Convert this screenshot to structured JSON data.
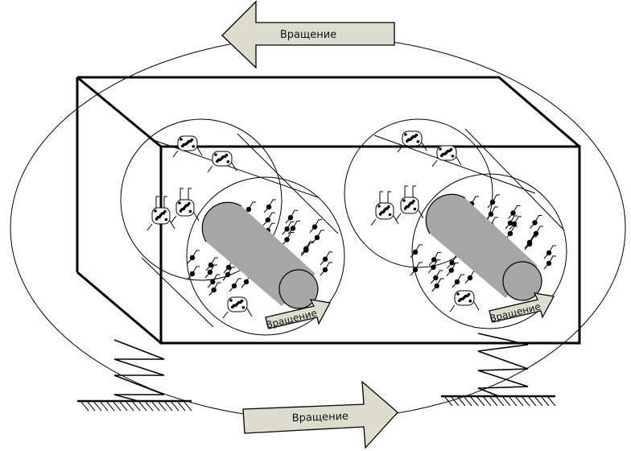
{
  "diagram": {
    "type": "rotating-drum-mixer-schematic",
    "colors": {
      "arrow_fill": "#dcddcc",
      "cylinder_fill": "#a6a6a6",
      "line": "#000000",
      "background": "#ffffff"
    },
    "labels": {
      "top_arrow": "Вращение",
      "bottom_arrow": "Вращение",
      "left_cylinder_arrow": "Вращение",
      "right_cylinder_arrow": "Вращение"
    },
    "components": {
      "outer_orbit": "outer-rotation-ellipse",
      "housing": "box-container",
      "drums": [
        {
          "id": "left-drum",
          "label_key": "left_cylinder_arrow"
        },
        {
          "id": "right-drum",
          "label_key": "right_cylinder_arrow"
        }
      ],
      "supports": [
        "left-spring-support",
        "right-spring-support"
      ]
    }
  }
}
